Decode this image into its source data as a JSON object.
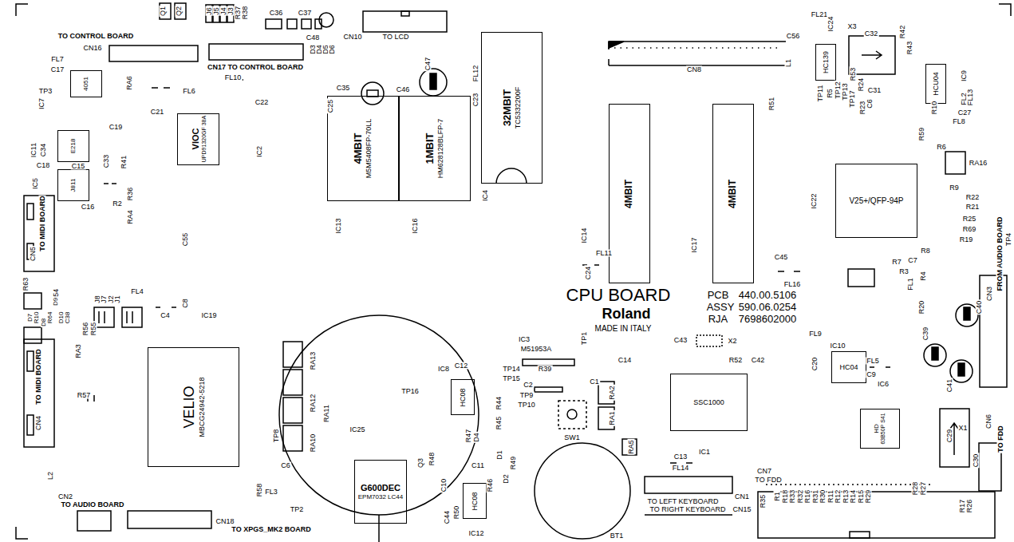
{
  "diagram": {
    "nodes": [
      {
        "text": [
          "VIOC",
          "UPD91320GF 38A"
        ]
      },
      {
        "text": [
          "4MBIT",
          "M5M5408FP-70LL"
        ]
      },
      {
        "text": [
          "1MBIT",
          "HM628128BLFP-7"
        ]
      },
      {
        "text": [
          "32MBIT",
          "TC5332200F"
        ]
      },
      {
        "text": [
          "4MBIT"
        ]
      },
      {
        "text": [
          "4MBIT"
        ]
      },
      {
        "text": [
          "V25+/QFP-94P"
        ]
      },
      {
        "text": [
          "VELIO",
          "MBCG24942-5218"
        ]
      },
      {
        "text": [
          "SSC1000"
        ]
      },
      {
        "text": [
          "G600DEC",
          "EPM7032 LC44"
        ]
      },
      {
        "text": [
          "HD",
          "63B50P S41"
        ]
      },
      {
        "text": [
          "HC139"
        ]
      },
      {
        "text": [
          "HCU04"
        ]
      },
      {
        "text": [
          "HC04"
        ]
      },
      {
        "text": [
          "HC08"
        ]
      },
      {
        "text": [
          "HC08"
        ]
      },
      {
        "text": [
          "E218"
        ]
      },
      {
        "text": [
          "J811"
        ]
      },
      {
        "text": [
          "4051"
        ]
      }
    ],
    "labels": [
      "Q1",
      "Q2",
      "J6",
      "J5",
      "J4",
      "J3",
      "R37",
      "R38",
      "C36",
      "C37",
      "C48",
      "D3",
      "D4",
      "D5",
      "D6",
      "CN10",
      "TO LCD",
      "TO CONTROL BOARD",
      "CN16",
      "FL7",
      "C17",
      "TP3",
      "IC7",
      "RA6",
      "FL6",
      "CN17 TO CONTROL BOARD",
      "FL10",
      "C22",
      "C21",
      "C19",
      "IC11",
      "C34",
      "C18",
      "C15",
      "C33",
      "R41",
      "IC5",
      "C16",
      "R2",
      "R36",
      "RA4",
      "IC2",
      "C55",
      "CN5",
      "TO MIDI BOARD",
      "C54",
      "R63",
      "D7",
      "R10",
      "D8",
      "R64",
      "D9",
      "D10",
      "C38",
      "J8",
      "J7",
      "J2",
      "J1",
      "FL4",
      "C4",
      "C8",
      "IC19",
      "RA3",
      "R56",
      "R55",
      "R57",
      "CN4",
      "TO MIDI BOARD",
      "L2",
      "CN2",
      "TO AUDIO BOARD",
      "CN18",
      "TO XPGS_MK2 BOARD",
      "R58",
      "FL3",
      "TP2",
      "RA13",
      "RA12",
      "RA11",
      "RA10",
      "TP8",
      "C6",
      "IC25",
      "IC8",
      "C12",
      "TP16",
      "R44",
      "R45",
      "R47",
      "D4",
      "Q3",
      "R48",
      "C11",
      "D1",
      "D2",
      "R49",
      "R46",
      "C10",
      "C44",
      "R50",
      "IC12",
      "IC3",
      "M51953A",
      "R39",
      "TP14",
      "TP15",
      "C2",
      "C1",
      "TP1",
      "TP9",
      "TP10",
      "SW1",
      "RA2",
      "RA1",
      "RA5",
      "C14",
      "BT1",
      "CN1",
      "TO LEFT KEYBOARD",
      "TO RIGHT KEYBOARD",
      "CN15",
      "IC1",
      "C13",
      "FL14",
      "C43",
      "X2",
      "R52",
      "C42",
      "CN7",
      "TO FDD",
      "R35",
      "R1",
      "R18",
      "R33",
      "R32",
      "R16",
      "R31",
      "R30",
      "R11",
      "R12",
      "R13",
      "R14",
      "R15",
      "R29",
      "R28",
      "R27",
      "R17",
      "R26",
      "C29",
      "X1",
      "C30",
      "CN6",
      "TO FDD",
      "C41",
      "C39",
      "C40",
      "CN3",
      "FROM AUDIO BOARD",
      "TP4",
      "IC10",
      "FL9",
      "C20",
      "C9",
      "FL5",
      "IC6",
      "FL1",
      "R20",
      "FL16",
      "C45",
      "R7",
      "R3",
      "C7",
      "R4",
      "R8",
      "R9",
      "R22",
      "R21",
      "R25",
      "R69",
      "R19",
      "R6",
      "RA16",
      "R59",
      "IC22",
      "FL21",
      "C56",
      "IC24",
      "X3",
      "C32",
      "R42",
      "R43",
      "L1",
      "TP11",
      "R5",
      "TP12",
      "TP13",
      "TP17",
      "R53",
      "R24",
      "C31",
      "R23",
      "C6",
      "R10",
      "IC9",
      "FL2",
      "FL13",
      "C27",
      "FL8",
      "R51",
      "CN8",
      "IC14",
      "FL11",
      "C24",
      "IC17",
      "CPU BOARD",
      "Roland",
      "MADE IN ITALY",
      "PCB",
      "440.00.5106",
      "ASSY",
      "590.06.0254",
      "RJA",
      "7698602000",
      "IC4",
      "C23",
      "FL12",
      "C47",
      "C46",
      "C35",
      "C25",
      "IC13",
      "IC16"
    ]
  }
}
